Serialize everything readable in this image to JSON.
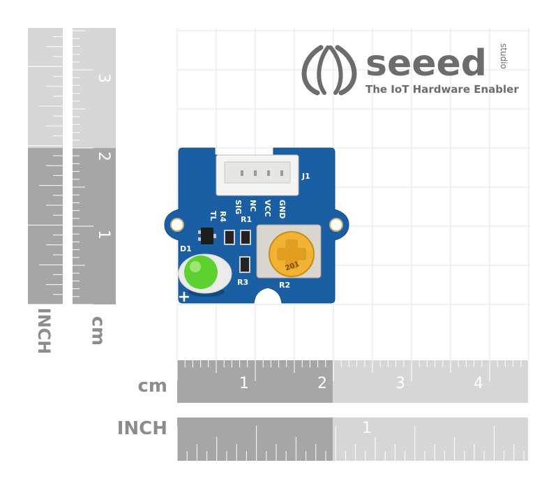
{
  "logo": {
    "brand": "seeed",
    "studio": "studio",
    "tagline": "The IoT Hardware Enabler"
  },
  "board": {
    "connector": "J1",
    "pins": [
      "SIG",
      "NC",
      "VCC",
      "GND"
    ],
    "components": [
      "R4",
      "R1",
      "TL",
      "D1",
      "R3",
      "R2"
    ],
    "pot_marking": "201",
    "plus": "+"
  },
  "ruler_vertical": {
    "cm_marks": [
      "1",
      "2",
      "3"
    ],
    "inch_label": "INCH",
    "cm_label": "cm"
  },
  "ruler_horizontal": {
    "cm_label": "cm",
    "cm_marks": [
      "1",
      "2",
      "3",
      "4"
    ],
    "inch_label": "INCH",
    "inch_marks": [
      "1"
    ]
  },
  "colors": {
    "pcb": "#1a5fa3",
    "led": "#5cd130",
    "pot": "#f2b233",
    "ruler_dark": "#9b9b9b",
    "ruler_light": "#cfcfcf",
    "logo_gray": "#6c6c6c"
  }
}
